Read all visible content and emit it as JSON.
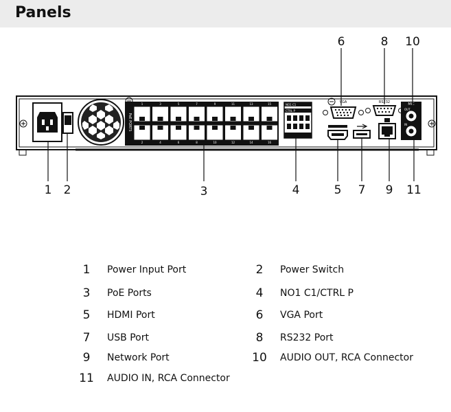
{
  "title": "Panels",
  "diagram": {
    "callouts": [
      "1",
      "2",
      "3",
      "4",
      "5",
      "6",
      "7",
      "8",
      "9",
      "10",
      "11"
    ],
    "panel_labels": {
      "poe": "PoE PORTS",
      "vga": "VGA",
      "rs232": "RS232",
      "mic": "MIC",
      "out": "OUT",
      "in": "IN",
      "alarm_out": "NO1 C1",
      "alarm_ctrl": "CTRL P",
      "port_numbers_top": [
        "1",
        "3",
        "5",
        "7",
        "9",
        "11",
        "13",
        "15"
      ],
      "port_numbers_bottom": [
        "2",
        "4",
        "6",
        "8",
        "10",
        "12",
        "14",
        "16"
      ]
    }
  },
  "legend": [
    {
      "num": "1",
      "label": "Power Input Port"
    },
    {
      "num": "2",
      "label": "Power Switch"
    },
    {
      "num": "3",
      "label": "PoE Ports"
    },
    {
      "num": "4",
      "label": "NO1 C1/CTRL P"
    },
    {
      "num": "5",
      "label": "HDMI Port"
    },
    {
      "num": "6",
      "label": "VGA Port"
    },
    {
      "num": "7",
      "label": "USB Port"
    },
    {
      "num": "8",
      "label": "RS232 Port"
    },
    {
      "num": "9",
      "label": "Network Port"
    },
    {
      "num": "10",
      "label": "AUDIO OUT, RCA Connector"
    },
    {
      "num": "11",
      "label": "AUDIO IN, RCA Connector"
    }
  ]
}
